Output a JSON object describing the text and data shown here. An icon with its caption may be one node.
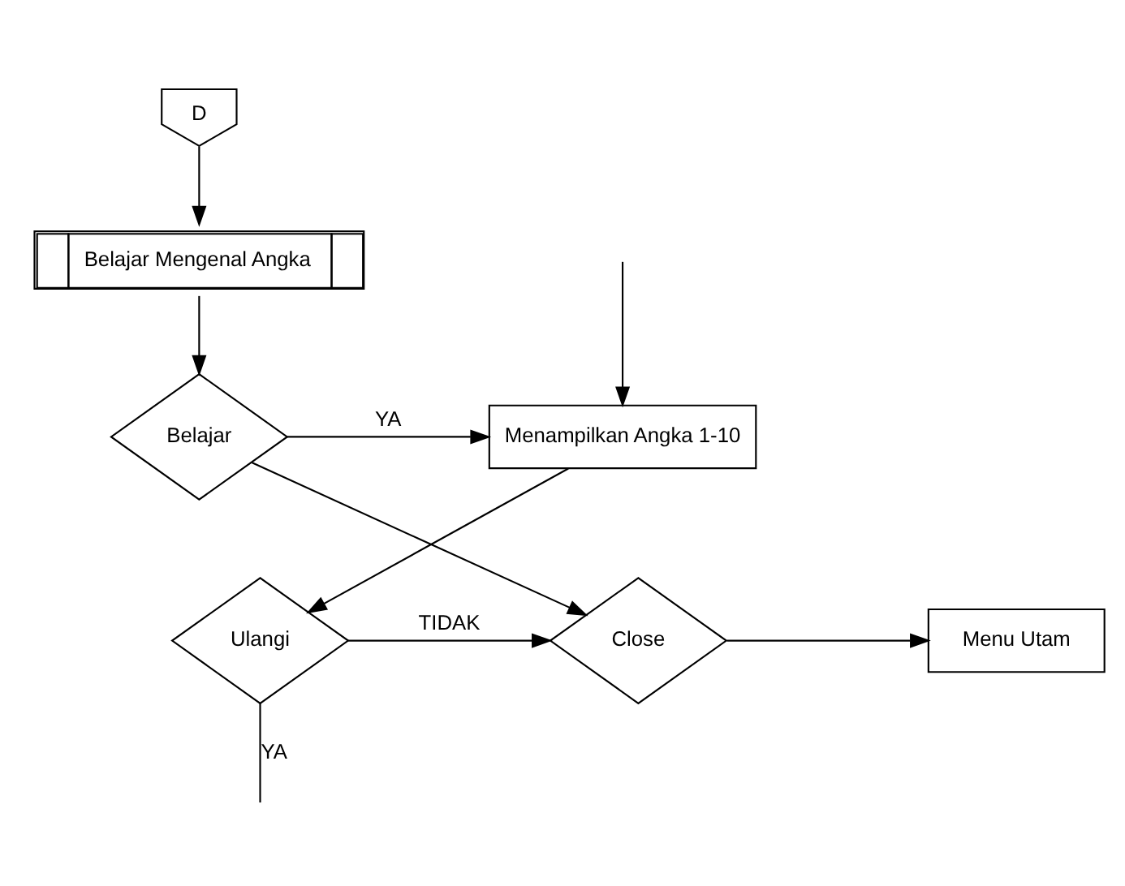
{
  "diagram": {
    "nodes": [
      {
        "text": [
          "D"
        ]
      },
      {
        "text": [
          "Belajar Mengenal Angka"
        ]
      },
      {
        "text": [
          "Belajar"
        ]
      },
      {
        "text": [
          "Menampilkan Angka 1-10"
        ]
      },
      {
        "text": [
          "Close"
        ]
      },
      {
        "text": [
          "Ulangi"
        ]
      },
      {
        "text": [
          "Menu Utam"
        ]
      }
    ],
    "edges": [
      {
        "from": 0,
        "to": 1,
        "arrow": "to"
      },
      {
        "from": 1,
        "to": 2,
        "arrow": "to"
      },
      {
        "from": 2,
        "to": 3,
        "arrow": "to",
        "label": "YA"
      },
      {
        "from": 2,
        "to": 4,
        "arrow": "to"
      },
      {
        "from": 3,
        "to": 5,
        "arrow": "to"
      },
      {
        "from": 5,
        "to": 4,
        "arrow": "to",
        "label": "TIDAK"
      },
      {
        "from": 4,
        "to": 6,
        "arrow": "to"
      },
      {
        "from": 5,
        "to": null,
        "arrow": "none",
        "label": "YA"
      },
      {
        "from": null,
        "to": 3,
        "arrow": "to"
      }
    ]
  }
}
